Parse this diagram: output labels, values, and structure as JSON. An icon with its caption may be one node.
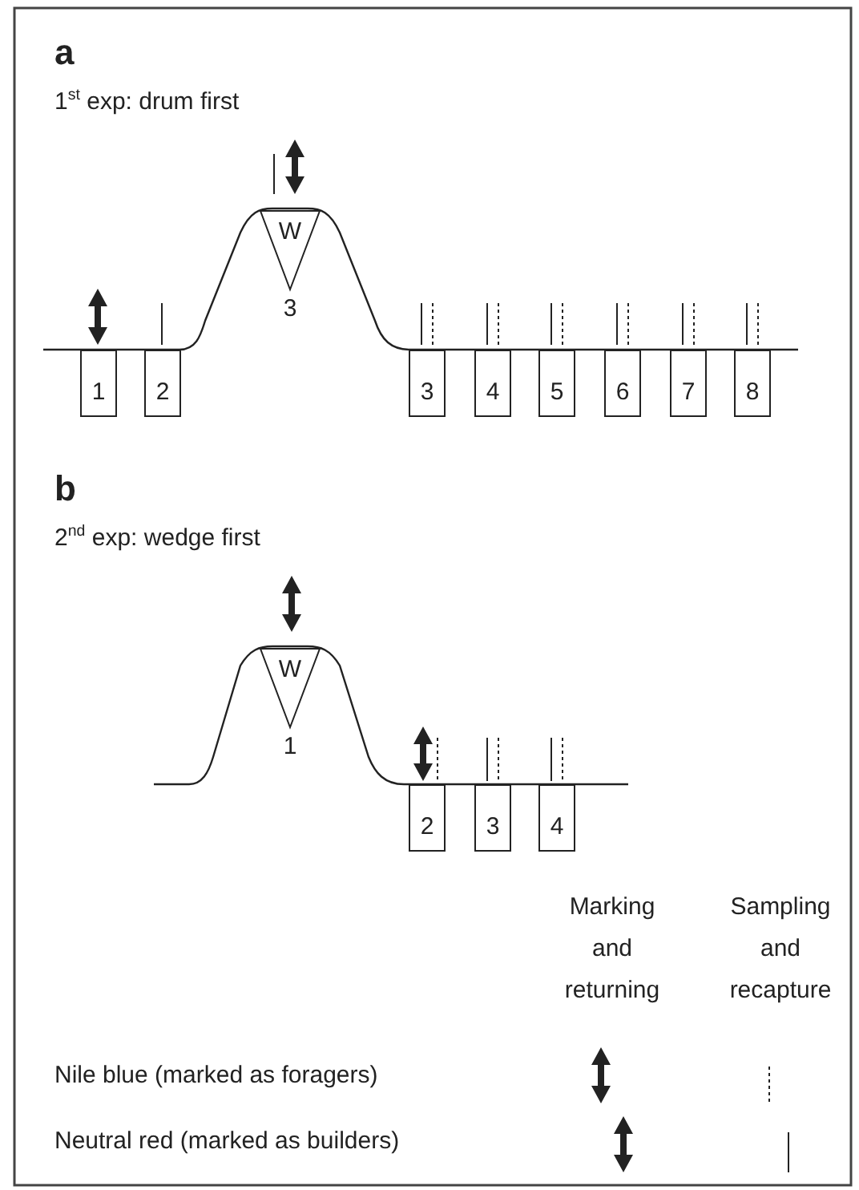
{
  "diagram": {
    "nodes": [
      {
        "text": [
          "1"
        ]
      },
      {
        "text": [
          "2"
        ]
      },
      {
        "text": [
          "W"
        ],
        "beside": [
          "3"
        ]
      },
      {
        "text": [
          "3"
        ]
      },
      {
        "text": [
          "4"
        ]
      },
      {
        "text": [
          "5"
        ]
      },
      {
        "text": [
          "6"
        ]
      },
      {
        "text": [
          "7"
        ]
      },
      {
        "text": [
          "8"
        ]
      },
      {
        "text": [
          "W"
        ],
        "beside": [
          "1"
        ]
      },
      {
        "text": [
          "2"
        ]
      },
      {
        "text": [
          "3"
        ]
      },
      {
        "text": [
          "4"
        ]
      }
    ],
    "labels": [
      "a",
      "1$^{st}$ exp: drum first",
      "b",
      "2$^{nd}$ exp: wedge first",
      "Marking and returning",
      "Sampling and recapture"
    ],
    "legend": [
      {
        "text": "Nile blue (marked as foragers)"
      },
      {
        "text": "Neutral red (marked as builders)"
      }
    ]
  }
}
